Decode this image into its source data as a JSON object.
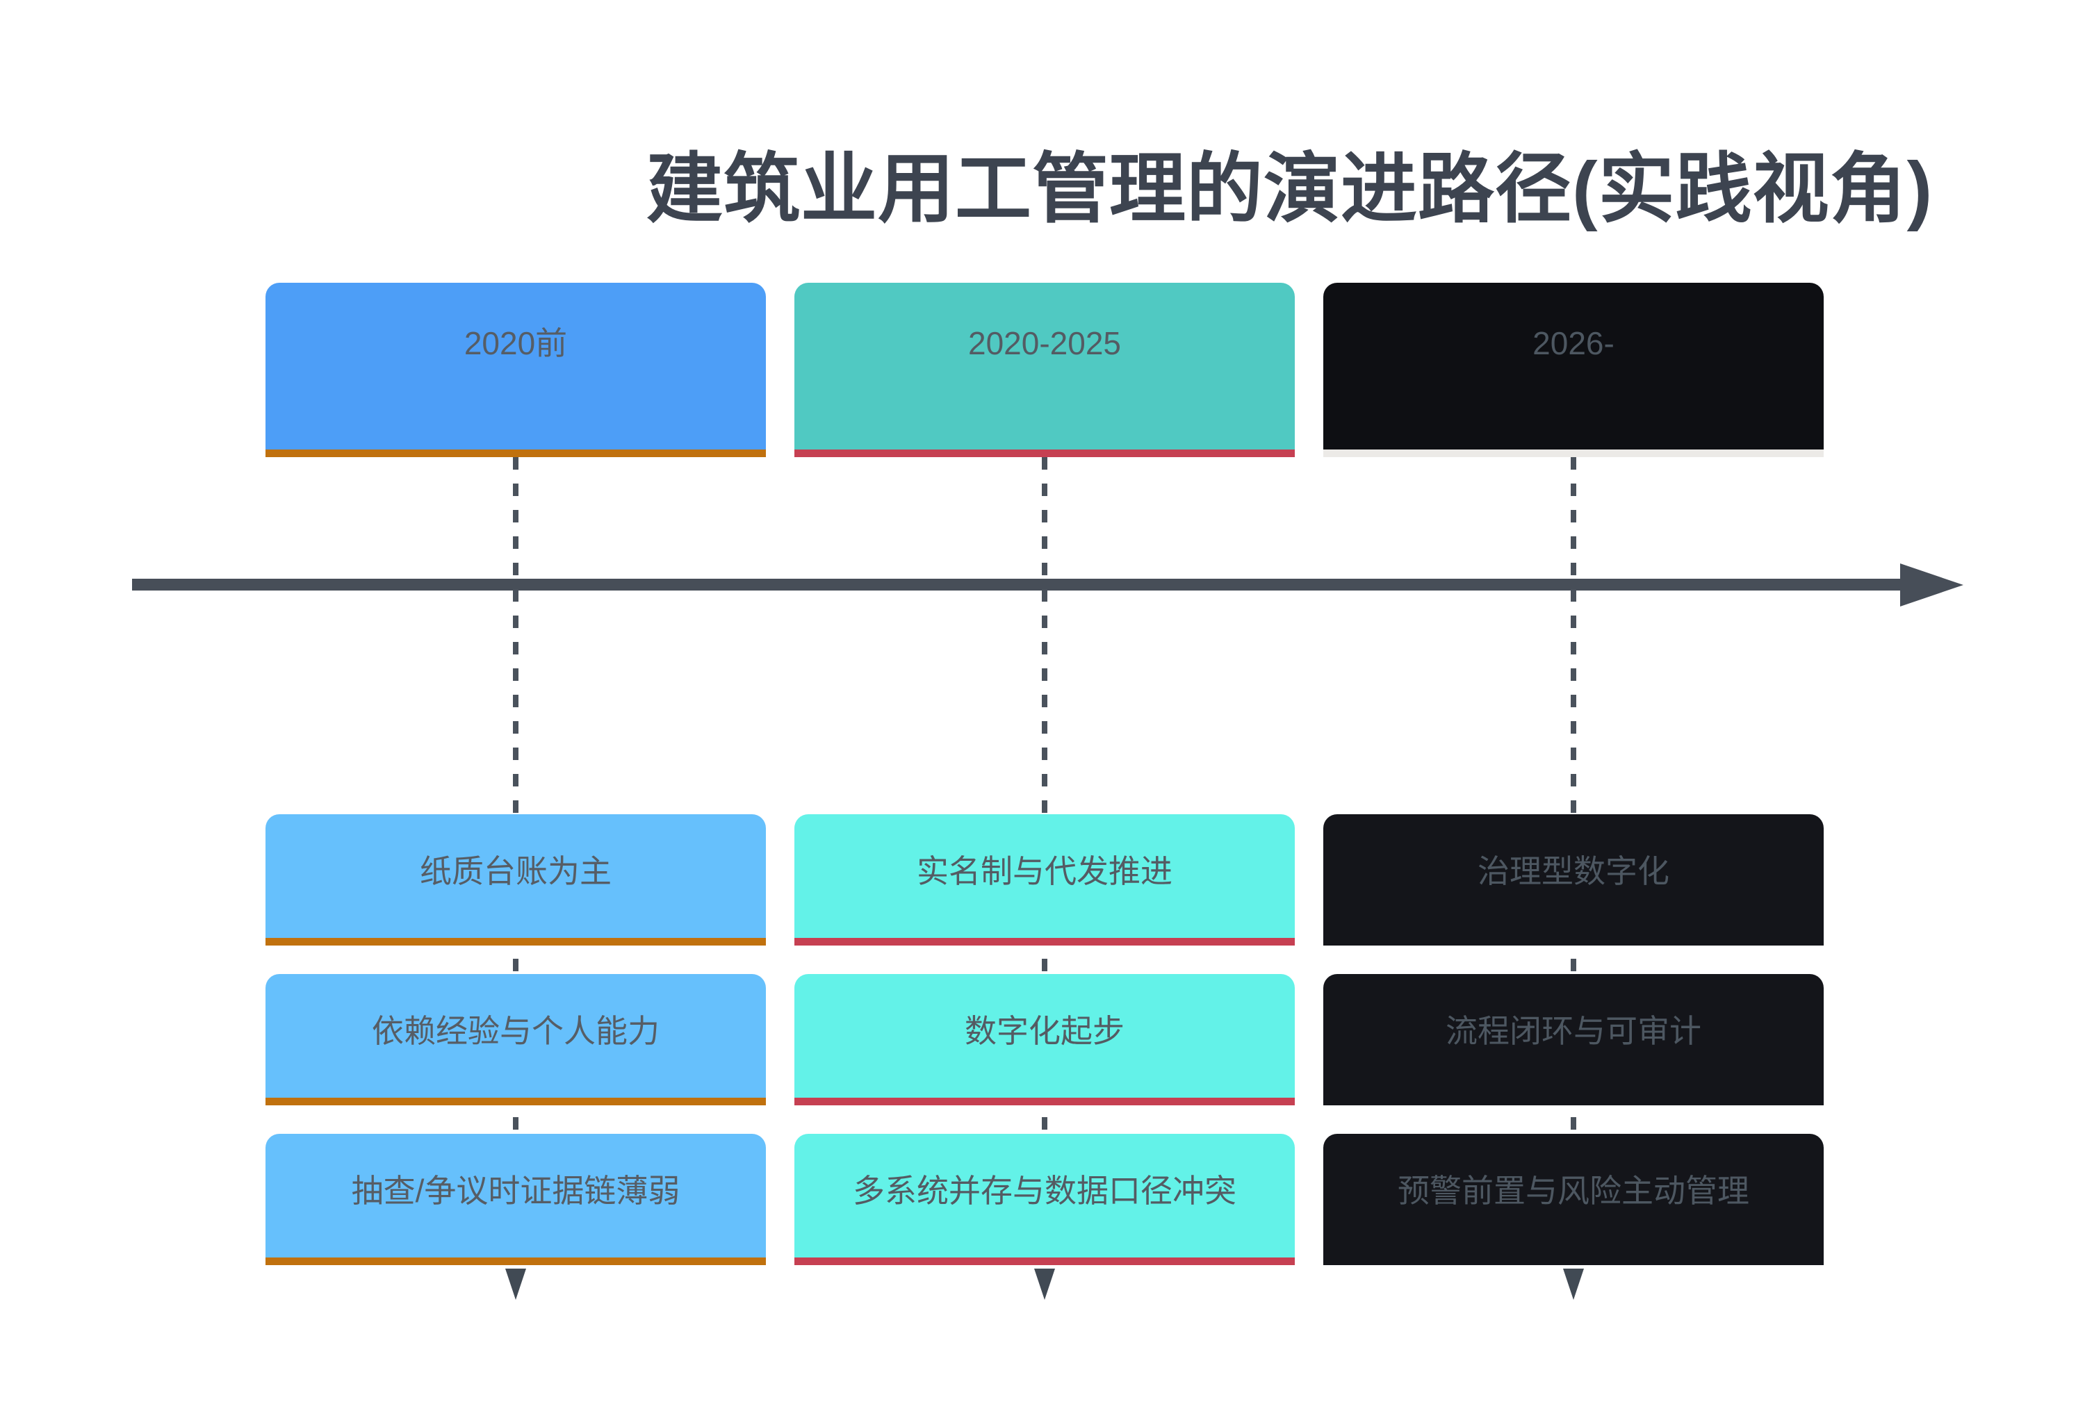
{
  "title": "建筑业用工管理的演进路径(实践视角)",
  "colors": {
    "background": "#ffffff",
    "title_text": "#3d4450",
    "axis": "#474e58",
    "connector_dash": "#4a525c",
    "down_arrow": "#414a54"
  },
  "columns": [
    {
      "period": "2020前",
      "box": "#4d9ef7",
      "item_box": "#66c0fc",
      "accent": "#c0710e",
      "item_accent": "#c0710e",
      "text": "#565d65",
      "items": [
        "纸质台账为主",
        "依赖经验与个人能力",
        "抽查/争议时证据链薄弱"
      ]
    },
    {
      "period": "2020-2025",
      "box": "#50c9c2",
      "item_box": "#63f2e8",
      "accent": "#c64052",
      "item_accent": "#c64052",
      "text": "#545b63",
      "items": [
        "实名制与代发推进",
        "数字化起步",
        "多系统并存与数据口径冲突"
      ]
    },
    {
      "period": "2026-",
      "box": "#0e0f13",
      "item_box": "#14151a",
      "accent": "#eceae7",
      "item_accent": "transparent",
      "text": "#4d5761",
      "items": [
        "治理型数字化",
        "流程闭环与可审计",
        "预警前置与风险主动管理"
      ]
    }
  ]
}
